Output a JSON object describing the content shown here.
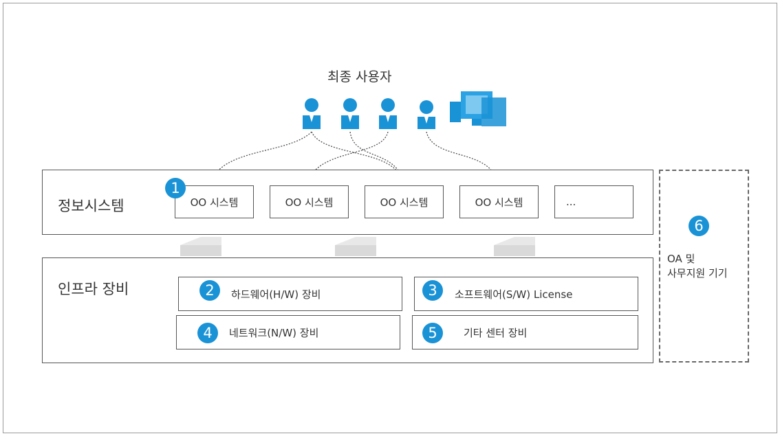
{
  "diagram": {
    "title": "최종 사용자",
    "info_layer": {
      "label": "정보시스템",
      "systems": [
        "OO 시스템",
        "OO 시스템",
        "OO 시스템",
        "OO 시스템",
        "..."
      ]
    },
    "infra_layer": {
      "label": "인프라 장비",
      "items": [
        {
          "number": "2",
          "label": "하드웨어(H/W) 장비"
        },
        {
          "number": "3",
          "label": "소프트웨어(S/W) License"
        },
        {
          "number": "4",
          "label": "네트워크(N/W) 장비"
        },
        {
          "number": "5",
          "label": "기타 센터 장비"
        }
      ]
    },
    "info_badge": "1",
    "oa": {
      "number": "6",
      "line1": "OA 및",
      "line2": "사무지원 기기"
    },
    "colors": {
      "accent": "#1a92d6",
      "user_icon": "#1a92d6",
      "border": "#555555",
      "arrow_up": "#d9d9d9"
    },
    "icons": [
      "user-icon",
      "user-icon",
      "user-icon",
      "user-icon",
      "computer-icon"
    ]
  }
}
